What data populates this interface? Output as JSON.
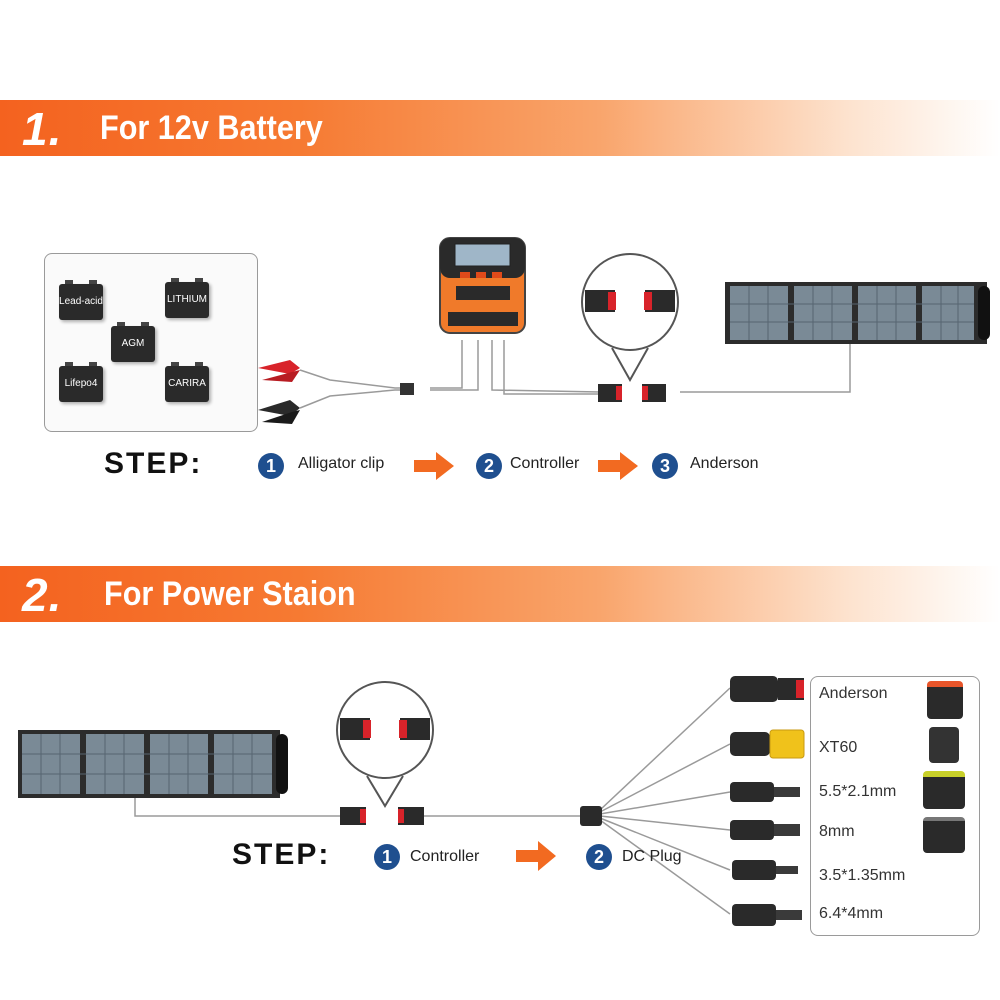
{
  "section1": {
    "number": "1.",
    "title": "For 12v Battery",
    "batteries": [
      "Lead-acid",
      "LITHIUM",
      "AGM",
      "Lifepo4",
      "CARIRA"
    ],
    "step_word": "STEP:",
    "steps": [
      {
        "num": "1",
        "label": "Alligator clip"
      },
      {
        "num": "2",
        "label": "Controller"
      },
      {
        "num": "3",
        "label": "Anderson"
      }
    ]
  },
  "section2": {
    "number": "2.",
    "title": "For Power Staion",
    "step_word": "STEP:",
    "steps": [
      {
        "num": "1",
        "label": "Controller"
      },
      {
        "num": "2",
        "label": "DC Plug"
      }
    ],
    "plugs": [
      "Anderson",
      "XT60",
      "5.5*2.1mm",
      "8mm",
      "3.5*1.35mm",
      "6.4*4mm"
    ]
  },
  "colors": {
    "banner_orange": "#f4621f",
    "step_circle": "#1f4f8f",
    "arrow_orange": "#f26a21",
    "anderson_red": "#d8232a"
  },
  "icons": [
    "alligator-clip-icon",
    "controller-icon",
    "anderson-connector-icon",
    "solar-panel-icon",
    "power-station-icon",
    "dc-plug-icon",
    "arrow-right-icon"
  ]
}
